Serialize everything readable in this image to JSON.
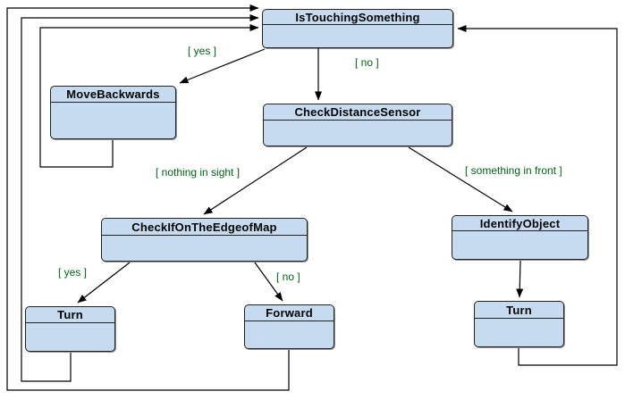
{
  "diagram": {
    "type": "uml-state-machine",
    "states": [
      {
        "name": "IsTouchingSomething"
      },
      {
        "name": "MoveBackwards"
      },
      {
        "name": "CheckDistanceSensor"
      },
      {
        "name": "CheckIfOnTheEdgeofMap"
      },
      {
        "name": "IdentifyObject"
      },
      {
        "name": "Turn"
      },
      {
        "name": "Forward"
      },
      {
        "name": "Turn"
      }
    ],
    "transitions": [
      {
        "from": "IsTouchingSomething",
        "to": "MoveBackwards",
        "guard": "[ yes ]"
      },
      {
        "from": "IsTouchingSomething",
        "to": "CheckDistanceSensor",
        "guard": "[ no ]"
      },
      {
        "from": "CheckDistanceSensor",
        "to": "CheckIfOnTheEdgeofMap",
        "guard": "[ nothing in sight ]"
      },
      {
        "from": "CheckDistanceSensor",
        "to": "IdentifyObject",
        "guard": "[ something in front ]"
      },
      {
        "from": "CheckIfOnTheEdgeofMap",
        "to": "Turn",
        "guard": "[ yes ]"
      },
      {
        "from": "CheckIfOnTheEdgeofMap",
        "to": "Forward",
        "guard": "[ no ]"
      },
      {
        "from": "IdentifyObject",
        "to": "Turn",
        "guard": ""
      },
      {
        "from": "MoveBackwards",
        "to": "IsTouchingSomething",
        "guard": ""
      },
      {
        "from": "Turn",
        "to": "IsTouchingSomething",
        "guard": ""
      },
      {
        "from": "Forward",
        "to": "IsTouchingSomething",
        "guard": ""
      },
      {
        "from": "Turn",
        "to": "IsTouchingSomething",
        "guard": ""
      }
    ],
    "colors": {
      "state_fill": "#c6dbf0",
      "state_border": "#222222",
      "guard_text": "#006414",
      "line": "#000000",
      "background": "#ffffff"
    }
  }
}
